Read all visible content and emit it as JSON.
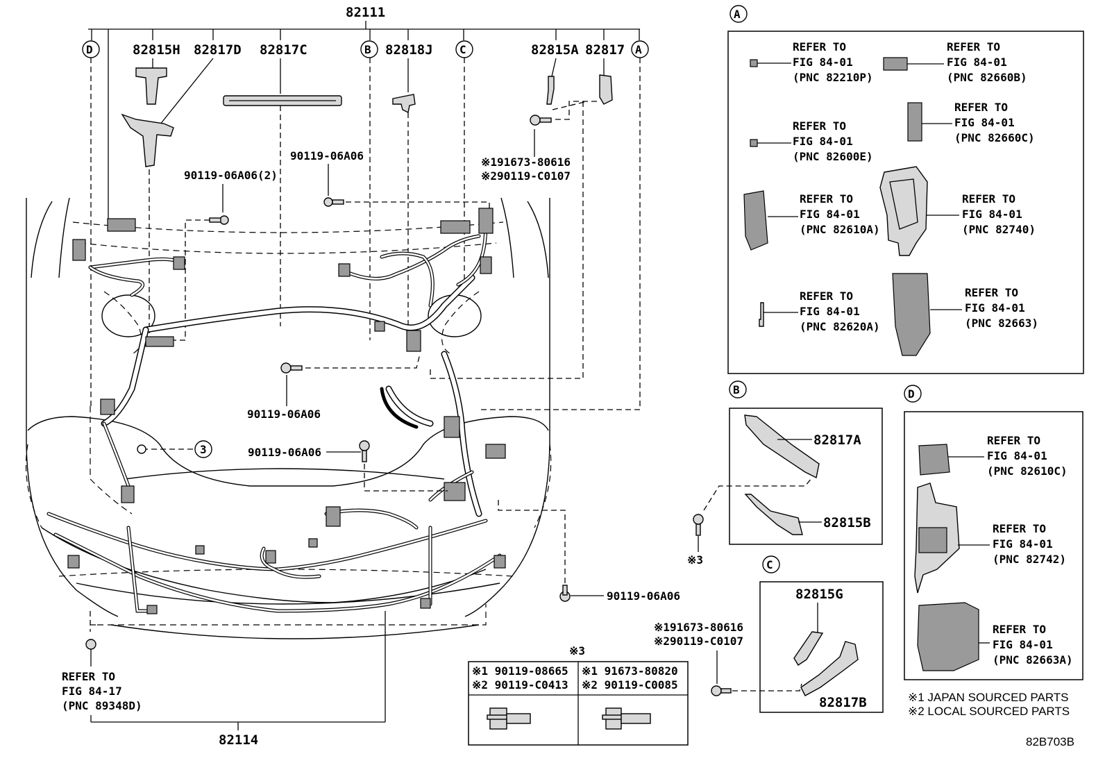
{
  "main": {
    "top_label": "82111",
    "bottom_label": "82114",
    "diagram_id": "82B703B",
    "callout_3": "3",
    "parts_top": [
      "82815H",
      "82817D",
      "82817C",
      "82818J",
      "82815A",
      "82817"
    ],
    "circle_letters": [
      "D",
      "B",
      "C",
      "A"
    ],
    "bolts": [
      "90119-06A06(2)",
      "90119-06A06",
      "90119-06A06",
      "90119-06A06",
      "90119-06A06"
    ],
    "note_top_1": "※191673-80616",
    "note_top_2": "※290119-C0107",
    "refer_bottom": [
      "REFER TO",
      "FIG 84-17",
      "(PNC 89348D)"
    ]
  },
  "bolt_table": {
    "header": "※3",
    "col1_line1": "※1 90119-08665",
    "col1_line2": "※2 90119-C0413",
    "col2_line1": "※1 91673-80820",
    "col2_line2": "※2 90119-C0085"
  },
  "panel_a": {
    "letter": "A",
    "refs": [
      [
        "REFER TO",
        "FIG 84-01",
        "(PNC 82210P)"
      ],
      [
        "REFER TO",
        "FIG 84-01",
        "(PNC 82660B)"
      ],
      [
        "REFER TO",
        "FIG 84-01",
        "(PNC 82600E)"
      ],
      [
        "REFER TO",
        "FIG 84-01",
        "(PNC 82660C)"
      ],
      [
        "REFER TO",
        "FIG 84-01",
        "(PNC 82610A)"
      ],
      [
        "REFER TO",
        "FIG 84-01",
        "(PNC 82740)"
      ],
      [
        "REFER TO",
        "FIG 84-01",
        "(PNC 82620A)"
      ],
      [
        "REFER TO",
        "FIG 84-01",
        "(PNC 82663)"
      ]
    ]
  },
  "panel_b": {
    "letter": "B",
    "part_1": "82817A",
    "part_2": "82815B",
    "bolt_note": "※3"
  },
  "panel_c": {
    "letter": "C",
    "part_1": "82815G",
    "part_2": "82817B",
    "note_1": "※191673-80616",
    "note_2": "※290119-C0107"
  },
  "panel_d": {
    "letter": "D",
    "refs": [
      [
        "REFER TO",
        "FIG 84-01",
        "(PNC 82610C)"
      ],
      [
        "REFER TO",
        "FIG 84-01",
        "(PNC 82742)"
      ],
      [
        "REFER TO",
        "FIG 84-01",
        "(PNC 82663A)"
      ]
    ]
  },
  "legend": {
    "line_1": "※1 JAPAN SOURCED PARTS",
    "line_2": "※2 LOCAL SOURCED PARTS"
  }
}
